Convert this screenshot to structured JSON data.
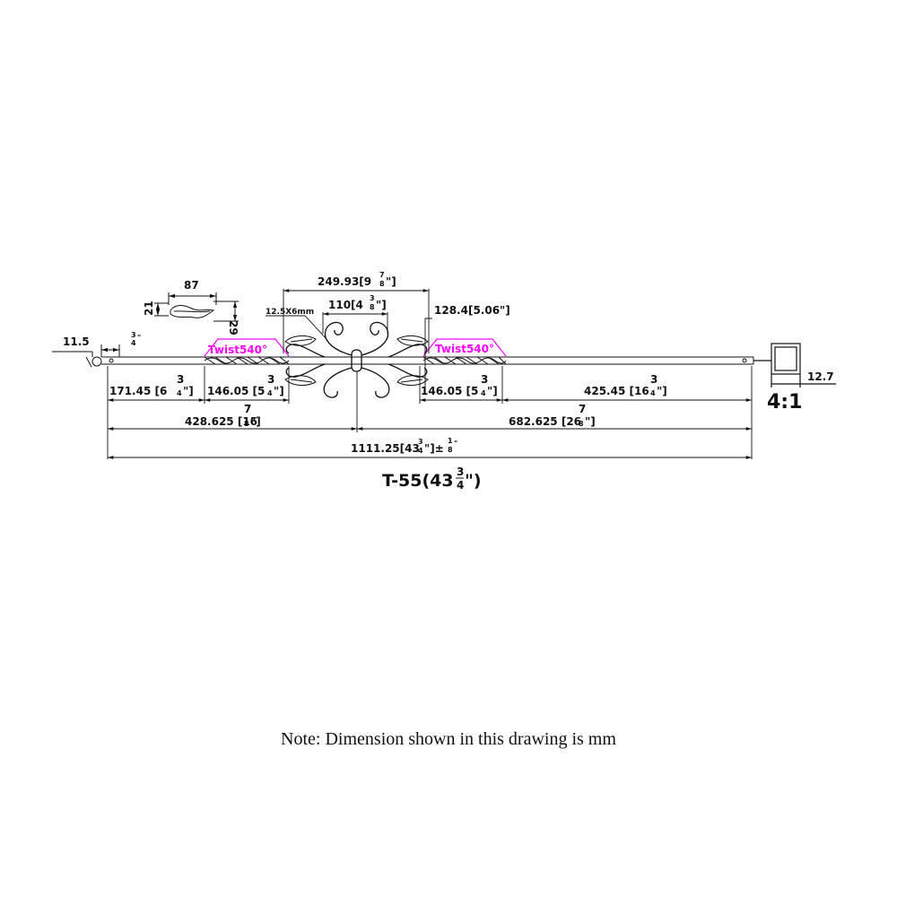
{
  "dimensions": {
    "leaf_width": "87",
    "leaf_height_a": "21",
    "leaf_height_b": "29",
    "scroll_span": "249.93[9",
    "scroll_span_frac_num": "7",
    "scroll_span_frac_den": "8",
    "scroll_span_suffix": "\"]",
    "collar_span": "110[4",
    "collar_span_frac_num": "3",
    "collar_span_frac_den": "8",
    "collar_span_suffix": "\"]",
    "bar_section": "12.5X6mm",
    "scroll_height": "128.4[5.06\"]",
    "end_offset": "11.5",
    "end_hole_num": "3",
    "end_hole_den": "4",
    "end_hole_unit": "\"",
    "seg1": "171.45 [6",
    "seg1_num": "3",
    "seg1_den": "4",
    "seg1_suffix": "\"]",
    "seg2": "146.05 [5",
    "seg2_num": "3",
    "seg2_den": "4",
    "seg2_suffix": "\"]",
    "seg3": "146.05 [5",
    "seg3_num": "3",
    "seg3_den": "4",
    "seg3_suffix": "\"]",
    "seg4": "425.45 [16",
    "seg4_num": "3",
    "seg4_den": "4",
    "seg4_suffix": "\"]",
    "left_total": "428.625 [16",
    "left_total_num": "7",
    "left_total_den": "8",
    "left_total_suffix": "\"]",
    "right_total": "682.625 [26",
    "right_total_num": "7",
    "right_total_den": "8",
    "right_total_suffix": "\"]",
    "overall": "1111.25[43",
    "overall_num": "3",
    "overall_den": "4",
    "overall_suffix": "\"]±",
    "overall_tol_num": "1",
    "overall_tol_den": "8",
    "overall_tol_unit": "\"",
    "tube_size": "12.7"
  },
  "twist_labels": [
    "Twist540°",
    "Twist540°"
  ],
  "scale_label": "4:1",
  "part_title": "T-55(43",
  "part_title_num": "3",
  "part_title_den": "4",
  "part_title_suffix": "\")",
  "note": "Note: Dimension shown in this drawing is mm",
  "colors": {
    "line": "#111111",
    "twist_highlight": "#ff00ff"
  }
}
